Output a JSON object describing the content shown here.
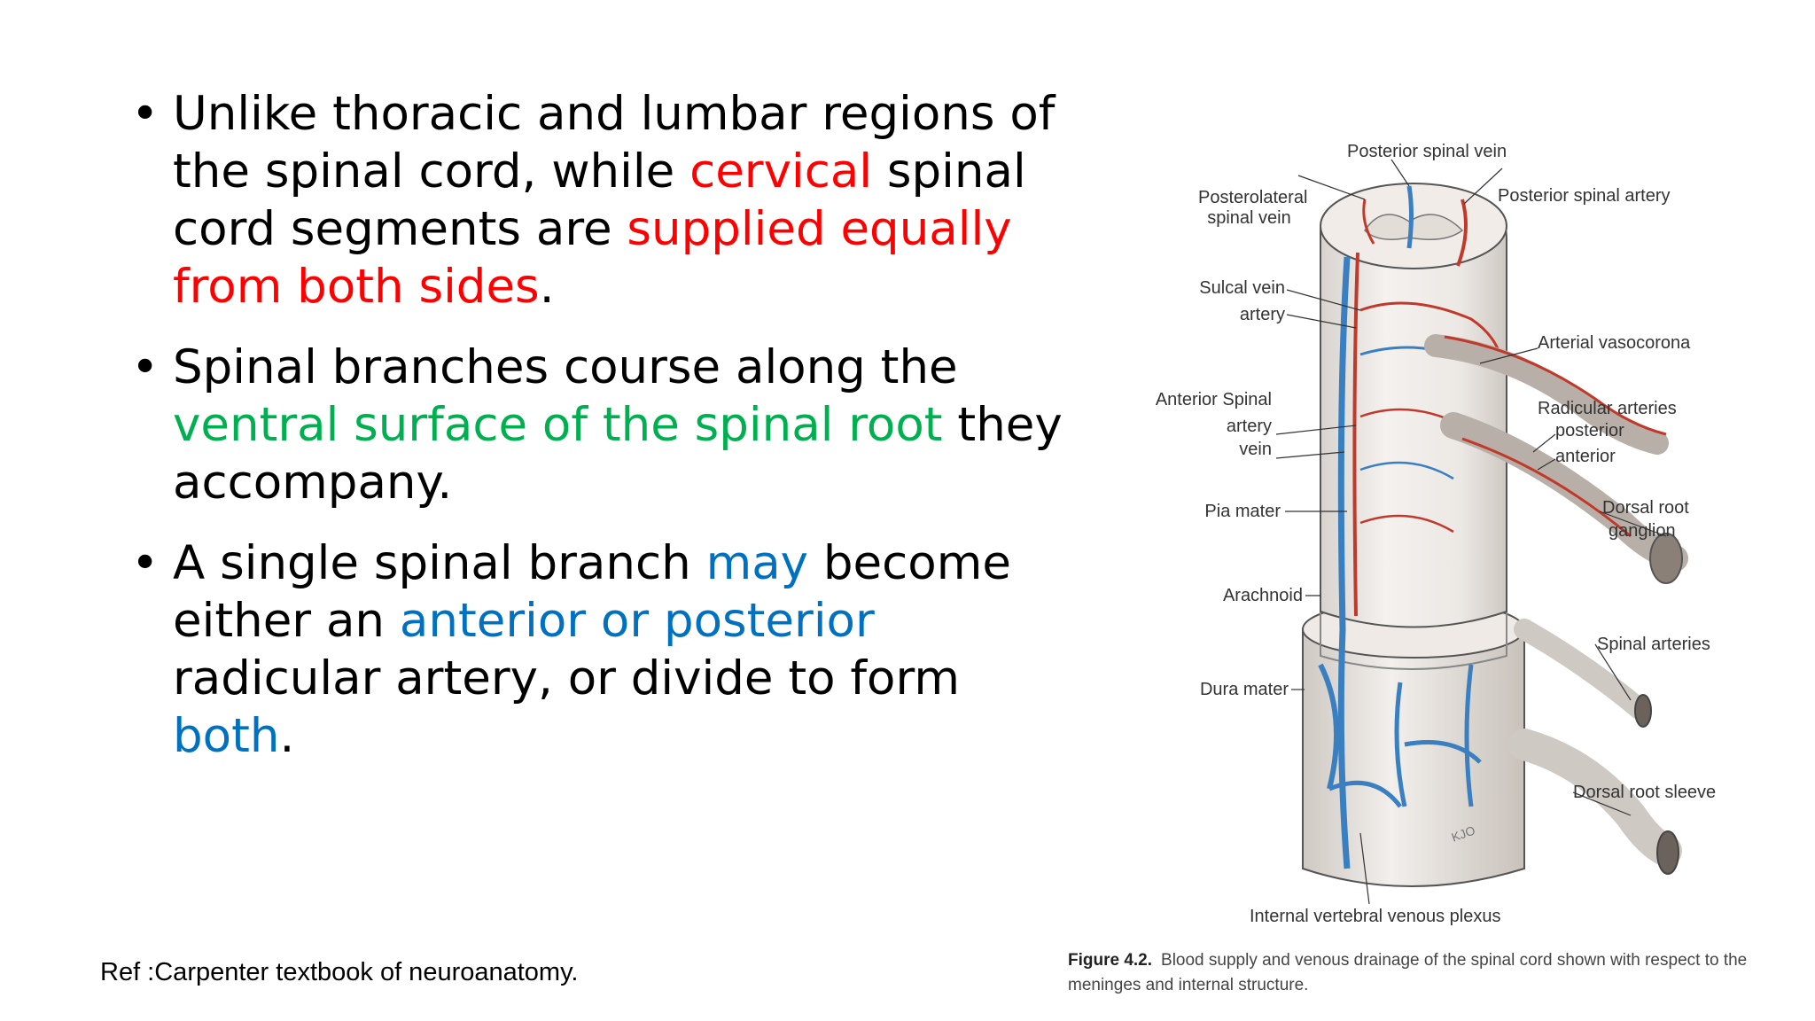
{
  "bullets": [
    {
      "parts": [
        {
          "text": "Unlike thoracic and lumbar regions of the spinal cord, while ",
          "color": "black"
        },
        {
          "text": "cervical",
          "color": "red"
        },
        {
          "text": " spinal cord segments are ",
          "color": "black"
        },
        {
          "text": "supplied equally from both sides",
          "color": "red"
        },
        {
          "text": ".",
          "color": "black"
        }
      ]
    },
    {
      "parts": [
        {
          "text": "Spinal branches course along the ",
          "color": "black"
        },
        {
          "text": "ventral surface of the spinal root",
          "color": "green"
        },
        {
          "text": " they accompany.",
          "color": "black"
        }
      ]
    },
    {
      "parts": [
        {
          "text": "A single spinal branch ",
          "color": "black"
        },
        {
          "text": "may",
          "color": "blue"
        },
        {
          "text": " become either an ",
          "color": "black"
        },
        {
          "text": "anterior or posterior",
          "color": "blue"
        },
        {
          "text": " radicular artery, or divide to form ",
          "color": "black"
        },
        {
          "text": "both",
          "color": "blue"
        },
        {
          "text": ".",
          "color": "black"
        }
      ]
    }
  ],
  "bullet_symbol": "•",
  "reference": "Ref :Carpenter textbook of neuroanatomy.",
  "colors": {
    "black": "#000000",
    "red": "#ff0000",
    "green": "#00b050",
    "blue": "#0070c0",
    "artery": "#c0392b",
    "vein": "#3a7fc0"
  },
  "figure": {
    "labels": {
      "posterior_spinal_vein": "Posterior spinal vein",
      "posterior_spinal_artery": "Posterior spinal artery",
      "posterolateral_line1": "Posterolateral",
      "posterolateral_line2": "spinal vein",
      "sulcal_vein": "Sulcal  vein",
      "sulcal_artery": "artery",
      "arterial_vasocorona": "Arterial vasocorona",
      "anterior_spinal": "Anterior Spinal",
      "anterior_artery": "artery",
      "anterior_vein": "vein",
      "radicular_arteries": "Radicular arteries",
      "radicular_posterior": "posterior",
      "radicular_anterior": "anterior",
      "pia_mater": "Pia mater",
      "dorsal_root_ganglion_1": "Dorsal root",
      "dorsal_root_ganglion_2": "ganglion",
      "arachnoid": "Arachnoid",
      "spinal_arteries": "Spinal arteries",
      "dura_mater": "Dura mater",
      "dorsal_root_sleeve": "Dorsal root sleeve",
      "internal_plexus": "Internal vertebral venous plexus",
      "artist_mark": "KJO"
    },
    "caption_label": "Figure 4.2.",
    "caption_text": "Blood supply and venous drainage of the spinal cord shown with respect to the meninges and internal structure."
  }
}
